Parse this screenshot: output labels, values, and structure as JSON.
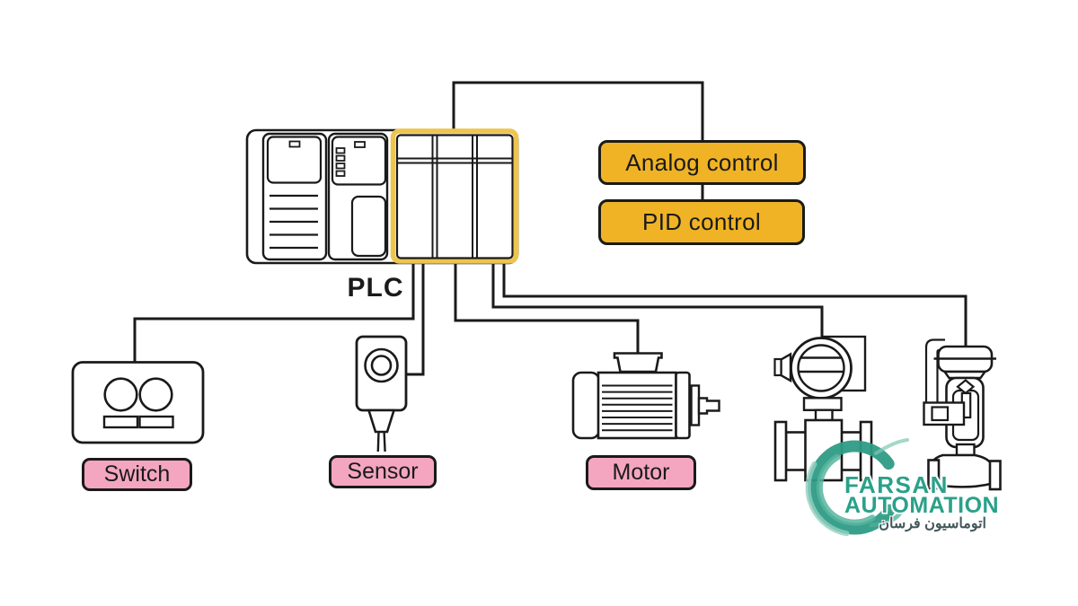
{
  "plc": {
    "label": "PLC"
  },
  "controls": [
    {
      "label": "Analog control"
    },
    {
      "label": "PID control"
    }
  ],
  "devices": [
    {
      "id": "switch",
      "label": "Switch"
    },
    {
      "id": "sensor",
      "label": "Sensor"
    },
    {
      "id": "motor",
      "label": "Motor"
    },
    {
      "id": "flow-transmitter",
      "label": ""
    },
    {
      "id": "control-valve",
      "label": ""
    }
  ],
  "logo": {
    "line1": "FARSAN",
    "line2": "AUTOMATION",
    "line3": "اتوماسیون فرسان"
  },
  "colors": {
    "background": "#FFFFFF",
    "line": "#1A1A1A",
    "control_box_yellow": "#F0B325",
    "plc_module_frame_yellow": "#EDC44E",
    "device_label_pink": "#F4A6C1",
    "logo_teal": "#2AA189",
    "logo_swirl_dark": "#2E9C85",
    "logo_swirl_light": "#93CFC0",
    "logo_farsi_text": "#45585C"
  }
}
